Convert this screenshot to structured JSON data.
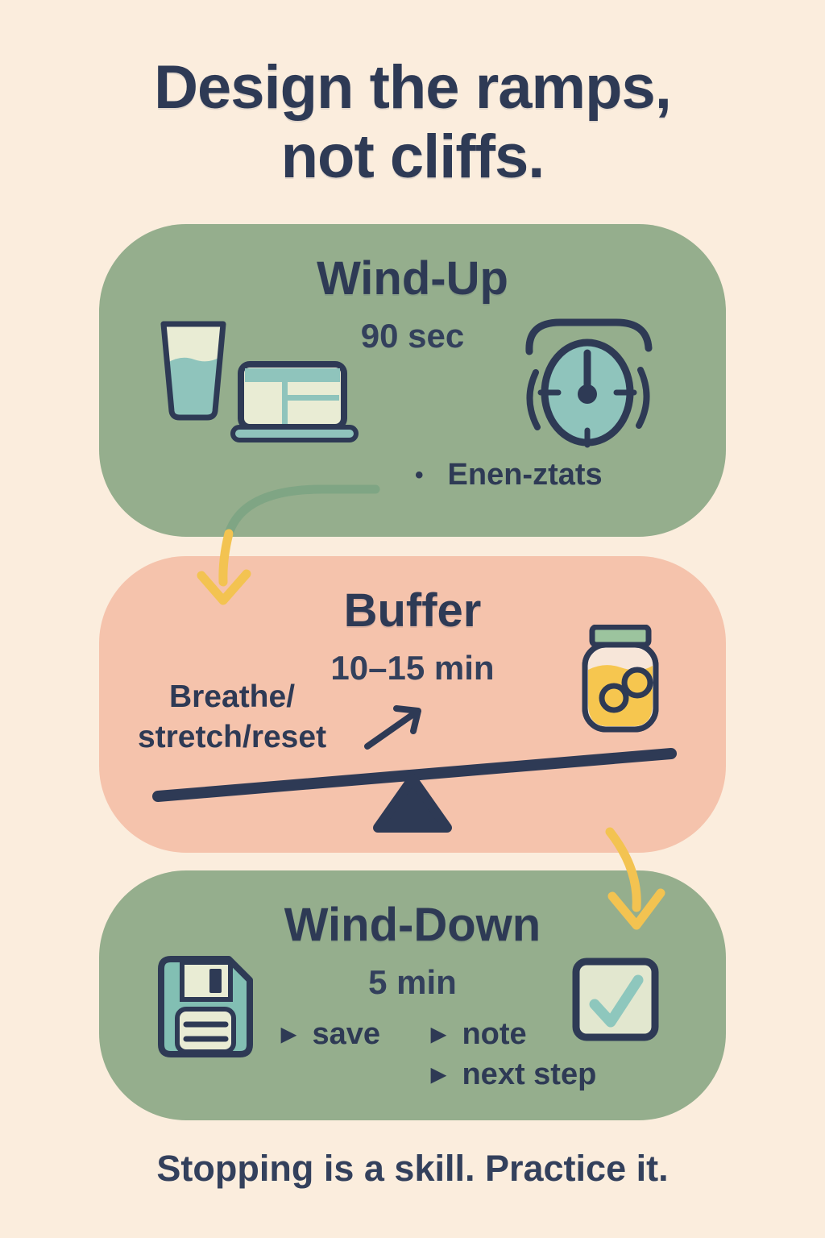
{
  "title": {
    "line1": "Design the ramps,",
    "line2": "not cliffs."
  },
  "cards": {
    "wind_up": {
      "title": "Wind-Up",
      "duration": "90 sec",
      "bullet_marker": "•",
      "bullet": "Enen-ztats",
      "icons": [
        "water-glass-icon",
        "laptop-icon",
        "timer-icon"
      ]
    },
    "buffer": {
      "title": "Buffer",
      "duration": "10–15 min",
      "note_line1": "Breathe/",
      "note_line2": "stretch/reset",
      "icons": [
        "jar-icon",
        "seesaw-balance",
        "arrow-up-right"
      ]
    },
    "wind_down": {
      "title": "Wind-Down",
      "duration": "5 min",
      "bullet_marker": "▶",
      "bullets": [
        "save",
        "note",
        "next step"
      ],
      "icons": [
        "floppy-disk-icon",
        "checkbox-icon"
      ]
    }
  },
  "footer": "Stopping is a skill. Practice it.",
  "colors": {
    "background": "#fbeddd",
    "navy_text": "#2e3a55",
    "sage_card": "#95ae8d",
    "salmon_card": "#f5c3ac",
    "teal_fill": "#8fc4bc",
    "cream_fill": "#e9ecd4",
    "yellow_accent": "#f3c351",
    "jar_yellow": "#f6c64f",
    "lid_green": "#9cc49e",
    "connector_green": "#7fa584"
  }
}
